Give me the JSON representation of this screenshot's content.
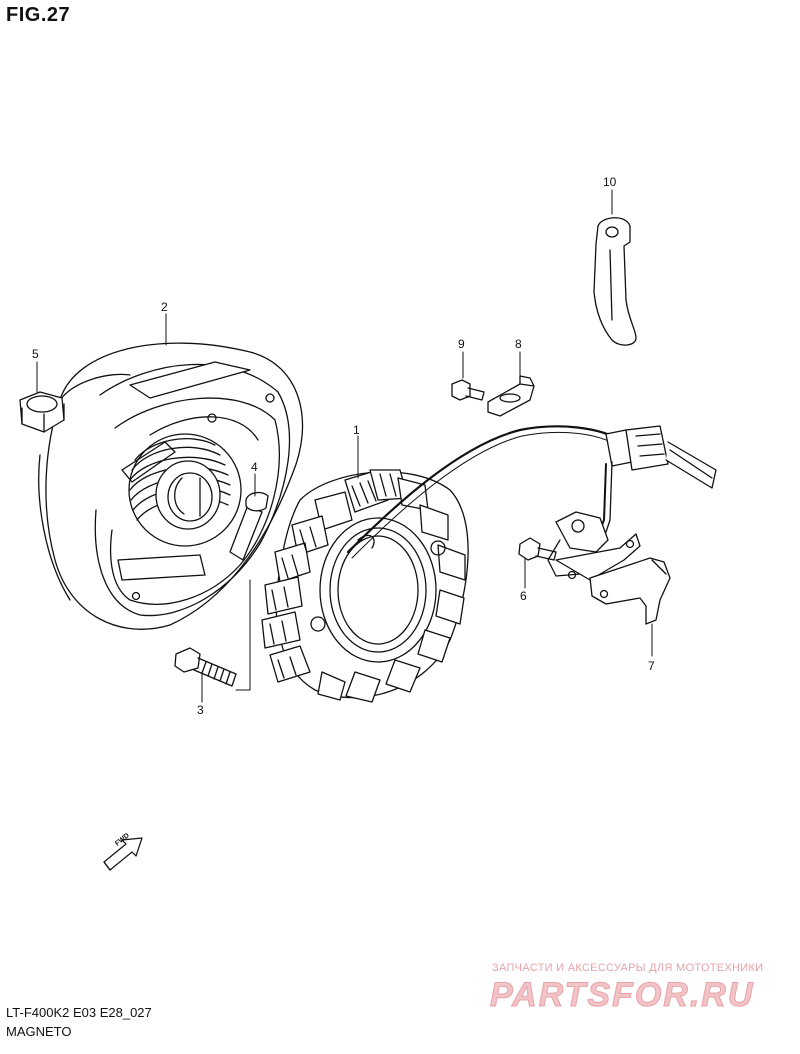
{
  "figure": {
    "title": "FIG.27"
  },
  "callouts": [
    {
      "id": "1",
      "label": "1"
    },
    {
      "id": "2",
      "label": "2"
    },
    {
      "id": "3",
      "label": "3"
    },
    {
      "id": "4",
      "label": "4"
    },
    {
      "id": "5",
      "label": "5"
    },
    {
      "id": "6",
      "label": "6"
    },
    {
      "id": "7",
      "label": "7"
    },
    {
      "id": "8",
      "label": "8"
    },
    {
      "id": "9",
      "label": "9"
    },
    {
      "id": "10",
      "label": "10"
    }
  ],
  "direction_marker": {
    "label": "FWD",
    "icon": "fwd-arrow-icon"
  },
  "footer": {
    "model_code": "LT-F400K2 E03 E28_027",
    "assembly_name": "MAGNETO"
  },
  "watermark": {
    "caption": "ЗАПЧАСТИ И АКСЕССУАРЫ ДЛЯ МОТОТЕХНИКИ",
    "logo_text": "PARTSFOR.RU",
    "color": "#e7a3a8"
  },
  "colors": {
    "line": "#111111",
    "background": "#ffffff"
  }
}
